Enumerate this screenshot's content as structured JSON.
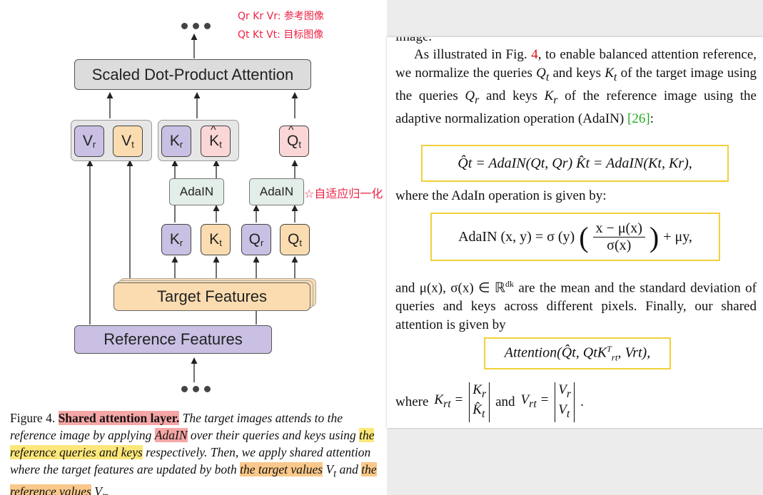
{
  "figure": {
    "attention_label": "Scaled Dot-Product Attention",
    "adain_label": "AdaIN",
    "target_features_label": "Target Features",
    "reference_features_label": "Reference Features",
    "tokens": {
      "vr": "V",
      "vt": "V",
      "kr": "K",
      "kt": "K",
      "qt": "Q",
      "qr": "Q",
      "sub_r": "r",
      "sub_t": "t"
    },
    "annotations": {
      "line1": "Qr  Kr  Vr: 参考图像",
      "line2": "Qt  Kt  Vt: 目标图像",
      "side": "☆自适应归一化"
    }
  },
  "caption": {
    "prefix": "Figure 4.",
    "title": "Shared attention layer.",
    "s1a": "The target images attends to the reference image by applying",
    "s1b": "AdaIN",
    "s1c": "over their queries and keys using",
    "s1d": "the reference queries and keys",
    "s1e": "respectively. Then, we apply shared attention where the target features are updated by both",
    "s1f": "the target values",
    "s1g": "V",
    "s1h": "and",
    "s1i": "the reference values",
    "s1j": "V"
  },
  "text": {
    "cut_top": "image.",
    "p1a": "As illustrated in Fig.",
    "p1ref": "4",
    "p1b": ", to enable balanced attention reference, we normalize the queries",
    "p1c": "and keys",
    "p1d": "of the target image using the queries",
    "p1e": "and keys",
    "p1f": "of the reference image using the adaptive normalization operation (AdaIN)",
    "p1cite": "[26]",
    "p1g": ":",
    "eq1": "Q̂t = AdaIN(Qt, Qr)    K̂t = AdaIN(Kt, Kr),",
    "p2": "where the AdaIn operation is given by:",
    "eq2_lhs": "AdaIN (x, y) = σ (y)",
    "eq2_num": "x − μ(x)",
    "eq2_den": "σ(x)",
    "eq2_rhs": "+ μy,",
    "p3a": "and μ(x), σ(x) ∈ ℝ",
    "p3sup": "dk",
    "p3b": "are the mean and the standard deviation of queries and keys across different pixels. Finally, our shared attention is given by",
    "eq3": "Attention(Q̂t, QtK",
    "eq3b": "rt",
    "eq3c": ", Vrt),",
    "p4a": "where",
    "p4b": "and"
  }
}
